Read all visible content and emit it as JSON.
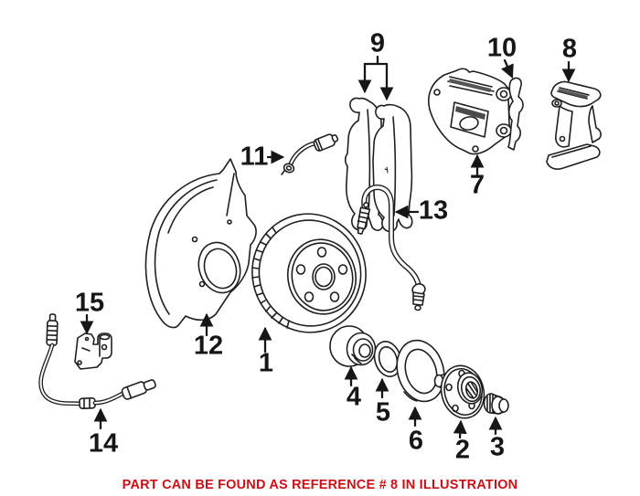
{
  "figure": {
    "kind": "parts-illustration",
    "colors": {
      "background": "#ffffff",
      "line": "#1f1f1f",
      "footer_red": "#cc1016"
    }
  },
  "callouts": [
    {
      "ref": "1",
      "part": "brake-disc"
    },
    {
      "ref": "2",
      "part": "wheel-hub"
    },
    {
      "ref": "3",
      "part": "hub-nut"
    },
    {
      "ref": "4",
      "part": "wheel-bearing"
    },
    {
      "ref": "5",
      "part": "retaining-ring"
    },
    {
      "ref": "6",
      "part": "dust-ring"
    },
    {
      "ref": "7",
      "part": "brake-caliper"
    },
    {
      "ref": "8",
      "part": "caliper-carrier"
    },
    {
      "ref": "9",
      "part": "brake-pad-set"
    },
    {
      "ref": "10",
      "part": "retaining-spring"
    },
    {
      "ref": "11",
      "part": "pad-wear-sensor"
    },
    {
      "ref": "12",
      "part": "splash-shield"
    },
    {
      "ref": "13",
      "part": "brake-hose"
    },
    {
      "ref": "14",
      "part": "abs-sensor-cable"
    },
    {
      "ref": "15",
      "part": "cable-bracket"
    }
  ],
  "footer": {
    "text": "PART CAN BE FOUND AS REFERENCE # 8 IN ILLUSTRATION",
    "color": "#cc1016"
  }
}
